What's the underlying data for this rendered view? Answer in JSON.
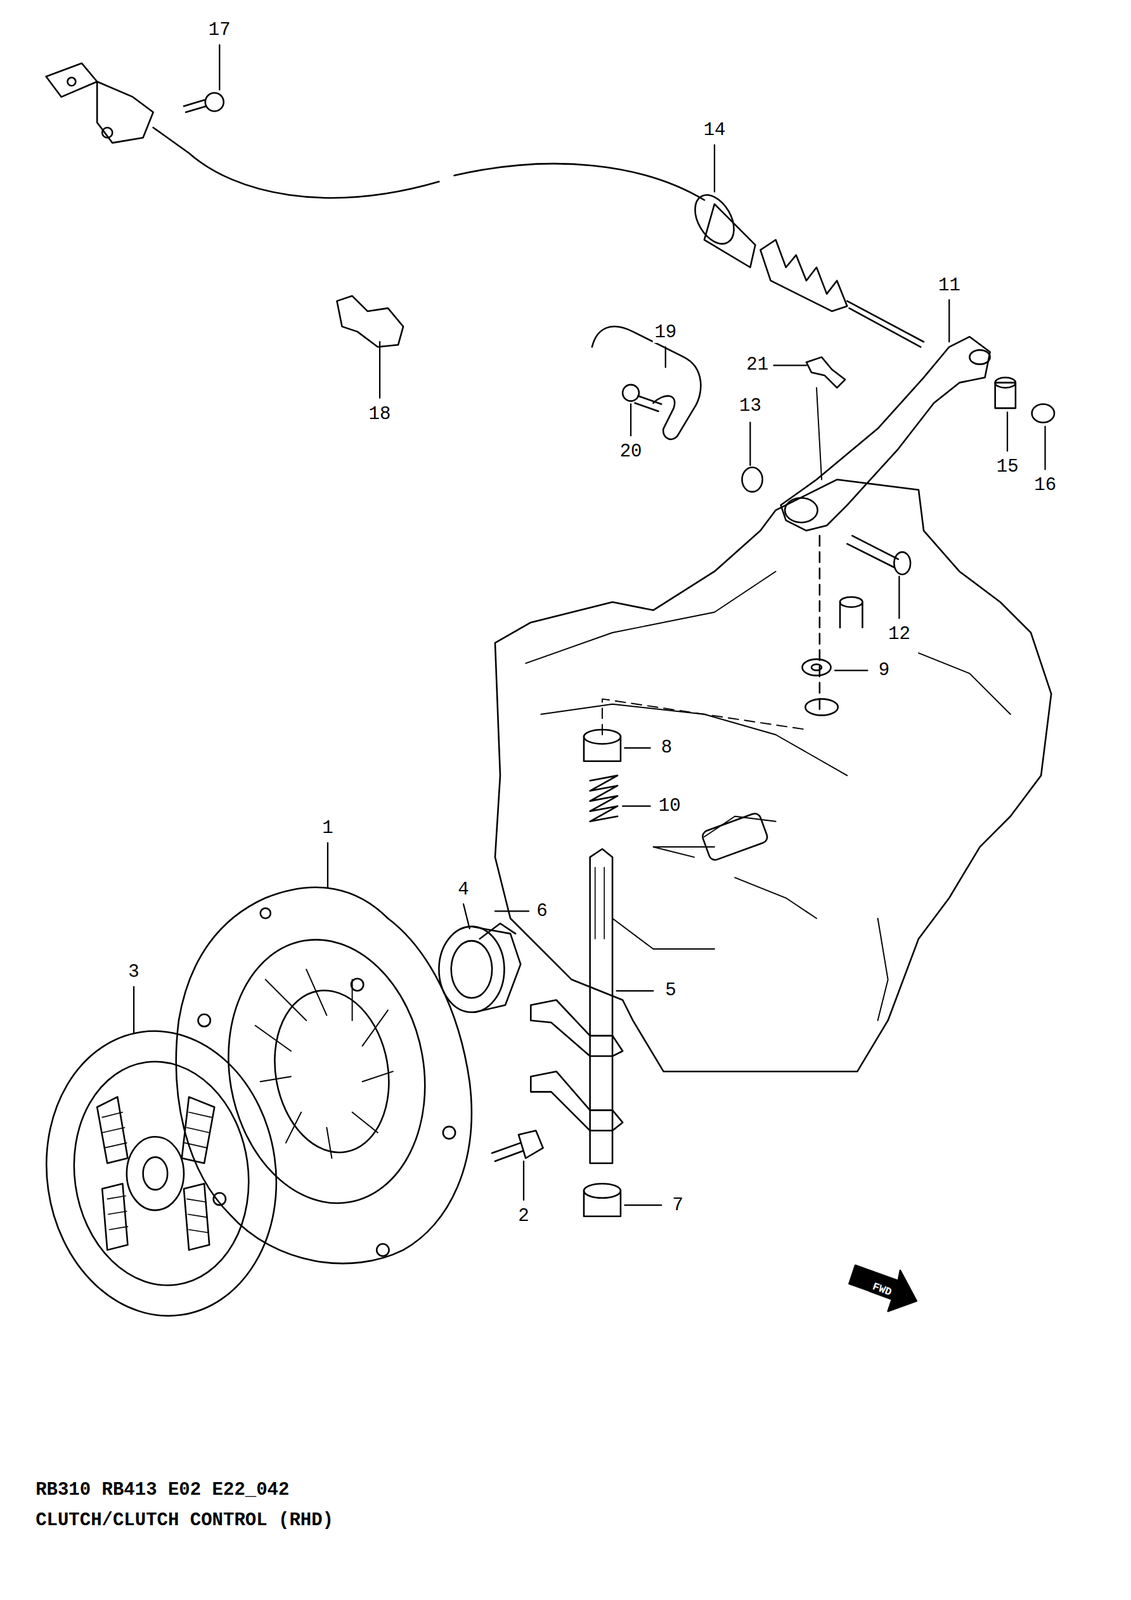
{
  "diagram": {
    "labels": [
      "17",
      "14",
      "11",
      "19",
      "21",
      "18",
      "13",
      "20",
      "15",
      "16",
      "12",
      "9",
      "8",
      "10",
      "1",
      "4",
      "6",
      "5",
      "3",
      "2",
      "7",
      "FWD",
      "RB310 RB413 E02 E22_042",
      "CLUTCH/CLUTCH CONTROL (RHD)"
    ]
  }
}
